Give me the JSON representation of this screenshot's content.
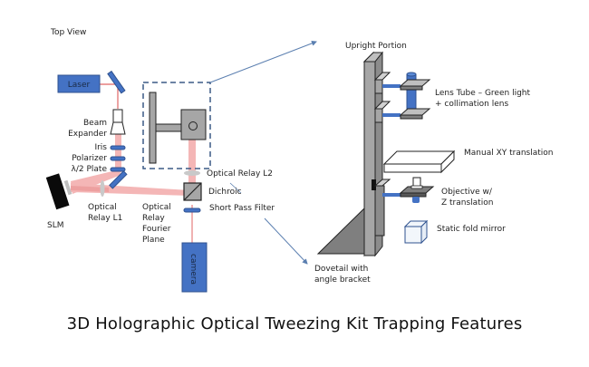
{
  "title": "3D Holographic Optical Tweezing Kit Trapping Features",
  "colors": {
    "component_blue": "#4472c4",
    "component_blue_border": "#2f528f",
    "beam": "#f4b6b6",
    "laser_line": "#e06666",
    "gray_part": "#a6a6a6",
    "dark_gray": "#595959",
    "arrow": "#5b7fb0",
    "dashed": "#3b5a85"
  },
  "top_view": {
    "heading": "Top View",
    "laser_label": "Laser",
    "camera_label": "camera",
    "beam_expander": "Beam\nExpander",
    "iris": "Iris",
    "polarizer": "Polarizer",
    "half_wave_plate": "λ/2 Plate",
    "slm": "SLM",
    "relay_l1": "Optical\nRelay L1",
    "fourier_plane": "Optical\nRelay\nFourier\nPlane",
    "relay_l2": "Optical Relay L2",
    "dichroic": "Dichroic",
    "short_pass": "Short Pass Filter"
  },
  "upright": {
    "heading": "Upright Portion",
    "lens_tube": "Lens Tube – Green light\n+ collimation lens",
    "xy_translation": "Manual XY translation",
    "objective": "Objective w/\nZ translation",
    "fold_mirror": "Static fold mirror",
    "dovetail": "Dovetail with\nangle bracket"
  }
}
